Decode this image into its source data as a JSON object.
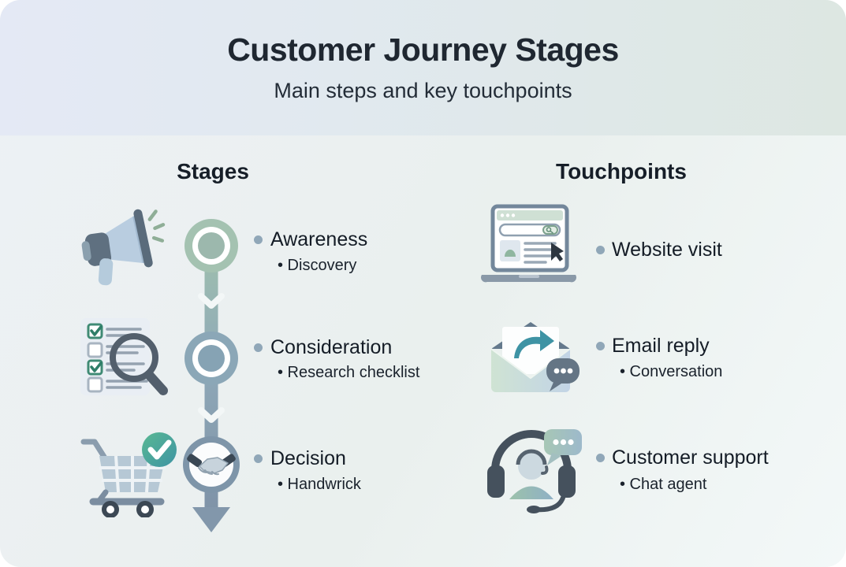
{
  "header": {
    "title": "Customer Journey Stages",
    "subtitle": "Main steps and key touchpoints"
  },
  "stages": {
    "heading": "Stages",
    "items": [
      {
        "icon": "megaphone-icon",
        "label": "Awareness",
        "sub": "• Discovery"
      },
      {
        "icon": "checklist-magnifier-icon",
        "label": "Consideration",
        "sub": "• Research checklist"
      },
      {
        "icon": "cart-check-icon",
        "label": "Decision",
        "sub": "• Handwrick"
      }
    ]
  },
  "touchpoints": {
    "heading": "Touchpoints",
    "items": [
      {
        "icon": "laptop-browser-icon",
        "label": "Website visit",
        "sub": ""
      },
      {
        "icon": "email-reply-icon",
        "label": "Email reply",
        "sub": "• Conversation"
      },
      {
        "icon": "support-headset-icon",
        "label": "Customer support",
        "sub": "• Chat agent"
      }
    ]
  },
  "timeline": {
    "node_icons": [
      "ring-node-icon",
      "ring-node-icon",
      "handshake-node-icon"
    ],
    "direction": "down-arrow",
    "colors": {
      "node1": "#a4c2b1",
      "node2": "#8ba7b7",
      "node3": "#7e95a9",
      "arrow": "#8297ab"
    }
  },
  "colors": {
    "header_left": "#e4e9f5",
    "header_right": "#dde7e2",
    "body_bg": "#eef2f3",
    "text_dark": "#1a222c",
    "bullet_gray_blue": "#90a7b8",
    "teal_accent": "#3e93a4",
    "green_accent": "#4aa98e"
  }
}
